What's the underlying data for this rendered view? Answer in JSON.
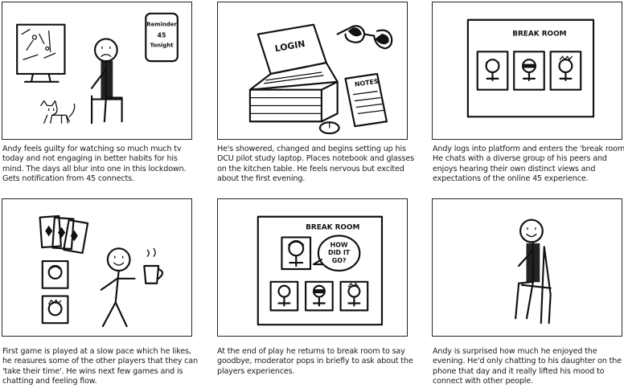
{
  "panels": [
    {
      "phone_lines": [
        "Reminder",
        "45",
        "Tonight"
      ],
      "caption": "Andy feels guilty for watching so much much tv today and not engaging in better habits for his mind. The days all blur into one in this lockdown. Gets notification from 45 connects."
    },
    {
      "screen_text": "LOGIN",
      "notes_text": "NOTES",
      "caption": "He's showered, changed and begins setting up his DCU pilot study laptop. Places notebook and glasses on the kitchen table. He feels nervous but excited about the first evening."
    },
    {
      "title": "BREAK ROOM",
      "caption": "Andy logs into platform and enters the 'break room'. He chats with a diverse group of his peers and enjoys hearing their own distinct views and expectations of the online 45 experience."
    },
    {
      "caption": "First game is played at a slow pace which he likes, he reasures some of the other players that they can 'take their time'. He wins next few games and is chatting and feeling flow."
    },
    {
      "title": "BREAK ROOM",
      "bubble_lines": [
        "HOW",
        "DID IT",
        "GO?"
      ],
      "caption": "At the end of play he returns to break room to say goodbye, moderator pops in briefly to ask about the players experiences."
    },
    {
      "caption": "Andy is surprised how much he enjoyed the evening. He'd only chatting to his daughter on the phone that day and it really lifted his mood to connect with other people."
    }
  ]
}
